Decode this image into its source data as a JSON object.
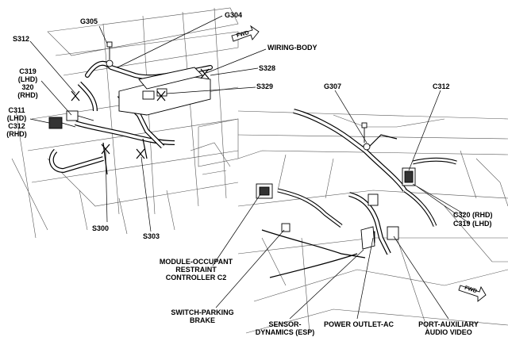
{
  "labels": {
    "g305": "G305",
    "g304": "G304",
    "s312": "S312",
    "wiring_body": "WIRING-BODY",
    "s328": "S328",
    "s329": "S329",
    "c319_lhd": "C319",
    "c319_lhd_2": "(LHD)",
    "c319_320": "320",
    "c319_rhd": "(RHD)",
    "c311": "C311",
    "c311_lhd": "(LHD)",
    "c312_left": "C312",
    "c312_left_rhd": "(RHD)",
    "s300": "S300",
    "s303": "S303",
    "g307": "G307",
    "c312_right": "C312",
    "c320_rhd": "C320 (RHD)",
    "c319_lhd_right": "C319 (LHD)",
    "module_line1": "MODULE-OCCUPANT",
    "module_line2": "RESTRAINT",
    "module_line3": "CONTROLLER C2",
    "switch_line1": "SWITCH-PARKING",
    "switch_line2": "BRAKE",
    "sensor_line1": "SENSOR-",
    "sensor_line2": "DYNAMICS (ESP)",
    "power_outlet": "POWER OUTLET-AC",
    "port_line1": "PORT-AUXILIARY",
    "port_line2": "AUDIO VIDEO",
    "fwd_top": "FWD",
    "fwd_bottom": "FWD"
  }
}
